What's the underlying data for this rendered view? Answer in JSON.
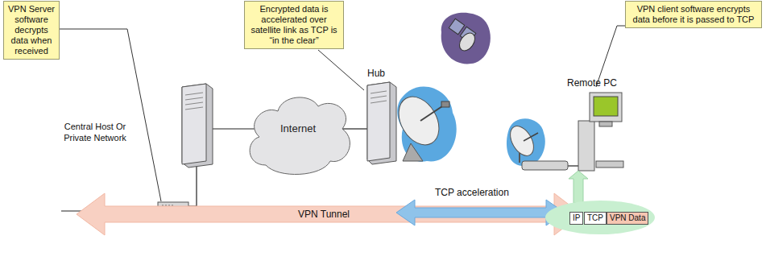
{
  "diagram": {
    "nodes": [
      {
        "text": [
          "VPN Server software decrypts data when received"
        ]
      },
      {
        "text": [
          "Encrypted data is accelerated over satellite link as TCP is “in the clear”"
        ]
      },
      {
        "text": [
          "VPN client software encrypts data before it is passed to TCP"
        ]
      },
      {
        "text": [
          "Internet"
        ]
      },
      {
        "text": [
          "IP"
        ]
      },
      {
        "text": [
          "TCP"
        ]
      },
      {
        "text": [
          "VPN Data"
        ]
      }
    ],
    "labels": [
      "Central Host Or Private Network",
      "Hub",
      "Remote PC",
      "VPN Tunnel",
      "TCP acceleration"
    ]
  }
}
